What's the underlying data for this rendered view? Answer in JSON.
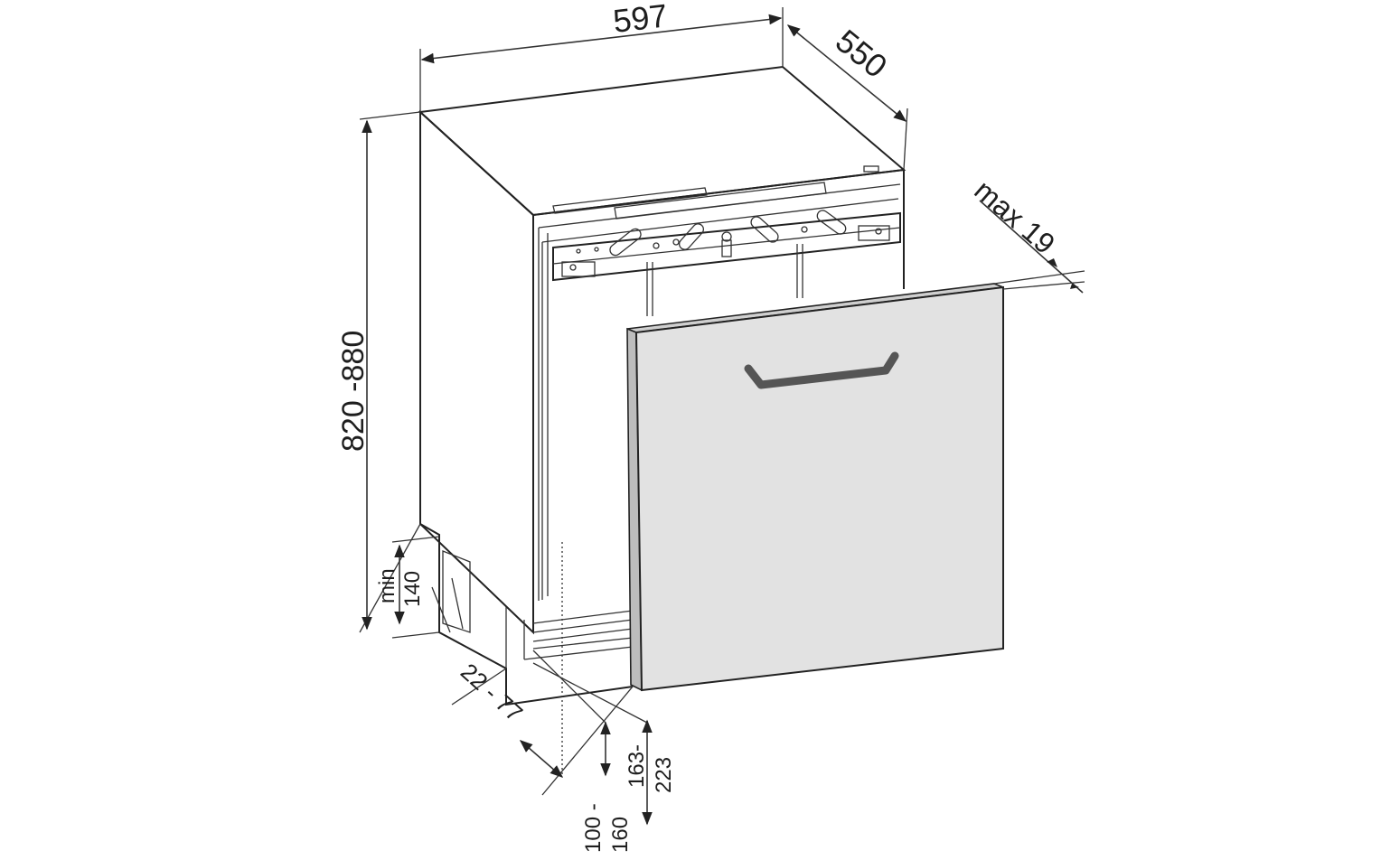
{
  "dimensions": {
    "width": "597",
    "depth": "550",
    "height": "820 -880",
    "panel_thickness": "max 19",
    "plinth_min_label": "min",
    "plinth_min_value": "140",
    "setback": "22 - 77",
    "lower_a": "100 -",
    "lower_b": "160",
    "lower_c": "163-",
    "lower_d": "223"
  },
  "colors": {
    "line": "#222222",
    "panel_fill": "#e2e2e2",
    "handle": "#555555",
    "background": "#ffffff"
  }
}
